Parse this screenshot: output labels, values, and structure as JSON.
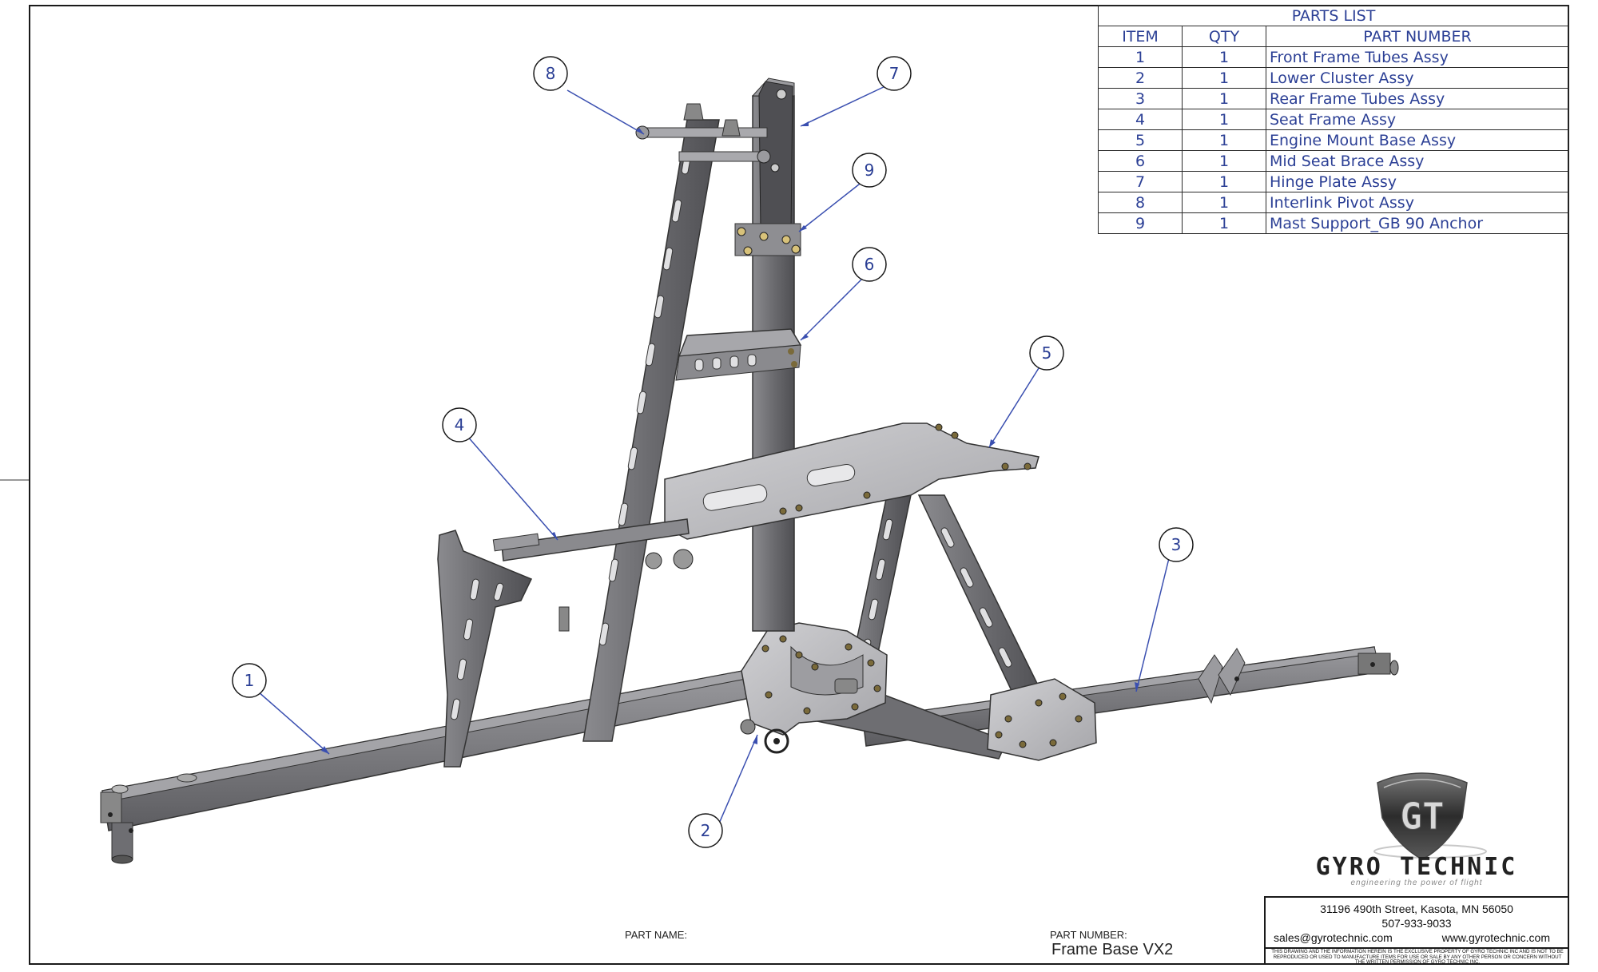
{
  "parts_list": {
    "title": "PARTS LIST",
    "headers": {
      "item": "ITEM",
      "qty": "QTY",
      "part_number": "PART NUMBER"
    },
    "rows": [
      {
        "item": "1",
        "qty": "1",
        "part": "Front Frame Tubes Assy"
      },
      {
        "item": "2",
        "qty": "1",
        "part": "Lower Cluster Assy"
      },
      {
        "item": "3",
        "qty": "1",
        "part": "Rear Frame Tubes Assy"
      },
      {
        "item": "4",
        "qty": "1",
        "part": "Seat Frame Assy"
      },
      {
        "item": "5",
        "qty": "1",
        "part": "Engine Mount Base Assy"
      },
      {
        "item": "6",
        "qty": "1",
        "part": "Mid Seat Brace Assy"
      },
      {
        "item": "7",
        "qty": "1",
        "part": "Hinge Plate Assy"
      },
      {
        "item": "8",
        "qty": "1",
        "part": "Interlink Pivot Assy"
      },
      {
        "item": "9",
        "qty": "1",
        "part": "Mast Support_GB 90 Anchor"
      }
    ]
  },
  "balloons": [
    "1",
    "2",
    "3",
    "4",
    "5",
    "6",
    "7",
    "8",
    "9"
  ],
  "title_block": {
    "part_name_label": "PART NAME:",
    "part_number_label": "PART NUMBER:",
    "part_number_value": "Frame Base VX2"
  },
  "company": {
    "name": "GYRO TECHNIC",
    "logo_letters": "GT",
    "tagline": "engineering the power of flight",
    "address": "31196 490th Street, Kasota, MN 56050",
    "phone": "507-933-9033",
    "email": "sales@gyrotechnic.com",
    "website": "www.gyrotechnic.com",
    "disclaimer": "THIS DRAWING AND THE INFORMATION HEREIN IS THE EXCLUSIVE PROPERTY OF GYRO TECHNIC INC AND IS NOT TO BE REPRODUCED OR USED TO MANUFACTURE ITEMS FOR USE OR SALE BY ANY OTHER PERSON OR CONCERN WITHOUT THE WRITTEN PERMISSION OF GYRO TECHNIC INC."
  },
  "colors": {
    "frame_metal": "#6f6f72",
    "frame_light": "#a7a7ab",
    "plate": "#bdbdc0",
    "balloon": "#2b3f95",
    "leader": "#3a4fb0"
  }
}
